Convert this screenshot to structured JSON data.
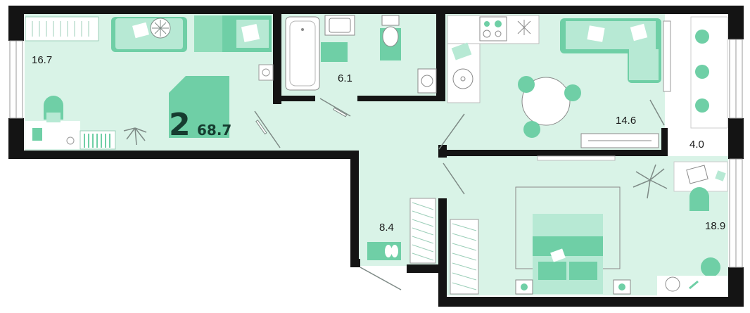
{
  "plan": {
    "room_count": "2",
    "total_area": "68.7",
    "rooms": {
      "living_room": "16.7",
      "bathroom": "6.1",
      "kitchen": "14.6",
      "balcony": "4.0",
      "hallway": "8.4",
      "bedroom": "18.9"
    }
  },
  "colors": {
    "floor": "#d9f3e7",
    "wall": "#141414",
    "accent": "#6fcfa6",
    "furniture_light": "#b7e9d4",
    "balcony_floor": "#ffffff"
  }
}
